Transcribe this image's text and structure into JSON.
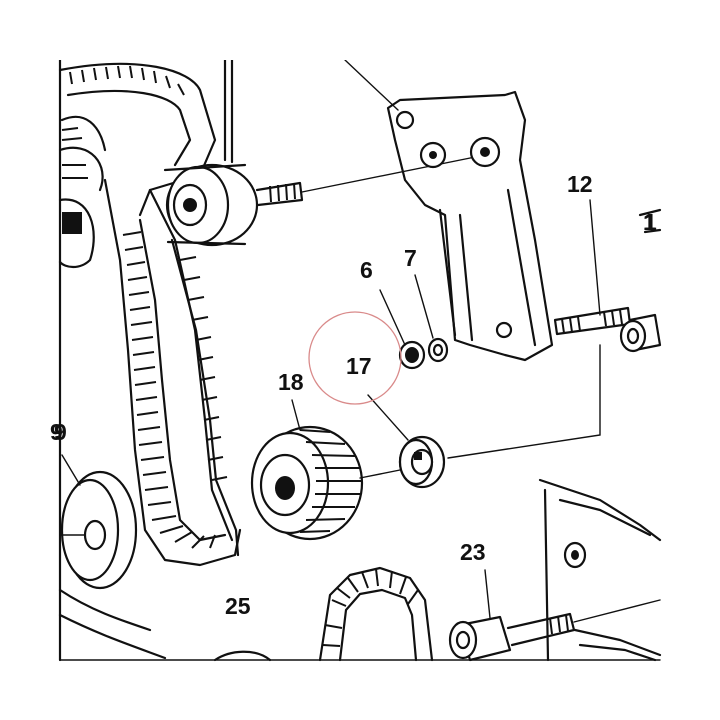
{
  "callouts": {
    "c6": "6",
    "c7": "7",
    "c12": "12",
    "c17": "17",
    "c18": "18",
    "c23": "23",
    "c25": "25",
    "c_edge_right": "1",
    "c_edge_left": "9"
  },
  "colors": {
    "ink": "#111111",
    "paper": "#ffffff",
    "highlight_circle": "#d98a8a"
  },
  "highlight": {
    "target_callout": "17"
  }
}
